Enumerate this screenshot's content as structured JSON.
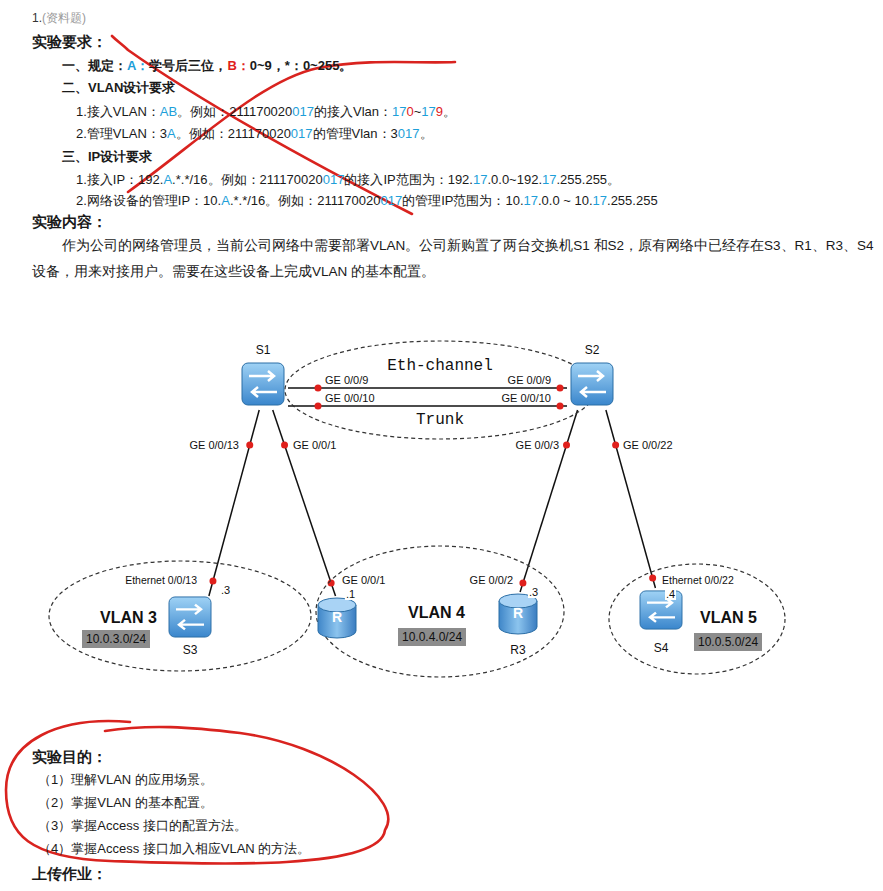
{
  "diagram": {
    "nodes": [
      {
        "text": [
          "S1"
        ]
      },
      {
        "text": [
          "Eth-channel",
          "Trunk"
        ]
      },
      {
        "text": [
          "S2"
        ]
      },
      {
        "text": [
          "VLAN 3"
        ]
      },
      {
        "text": [
          "10.0.3.0/24"
        ],
        "in": 3
      },
      {
        "text": [
          "S3"
        ],
        "in": 3
      },
      {
        "text": [
          "VLAN 4"
        ]
      },
      {
        "text": [
          "R"
        ],
        "in": 6
      },
      {
        "text": [
          "10.0.4.0/24"
        ],
        "in": 6
      },
      {
        "text": [
          "R",
          "R3"
        ],
        "in": 6
      },
      {
        "text": [
          "VLAN 5"
        ]
      },
      {
        "text": [
          "S4"
        ],
        "in": 10
      },
      {
        "text": [
          "10.0.5.0/24"
        ],
        "in": 10
      }
    ],
    "edges": [
      {
        "from": 0,
        "to": 2,
        "arrow": "none"
      },
      {
        "from": 0,
        "to": 2,
        "arrow": "none"
      },
      {
        "from": 0,
        "to": 5,
        "arrow": "none"
      },
      {
        "from": 0,
        "to": 7,
        "arrow": "none"
      },
      {
        "from": 2,
        "to": 9,
        "arrow": "none"
      },
      {
        "from": 2,
        "to": 11,
        "arrow": "none"
      }
    ],
    "labels": [
      "1.",
      "(资料题)",
      "实验要求：",
      "一、规定：",
      "A：",
      "学号后三位，",
      "B：",
      "0~9，*：0~255。",
      "二、VLAN设计要求",
      "1.接入VLAN：",
      "AB",
      "。例如：211170020",
      "017",
      "的接入Vlan：",
      "17",
      "0",
      "~",
      "17",
      "9",
      "。",
      "2.管理VLAN：3",
      "A",
      "。例如：211170020",
      "017",
      "的管理Vlan：3",
      "017",
      "。",
      "三、IP设计要求",
      "1.接入IP：192.",
      "A",
      ".*.*/16。例如：211170020",
      "017",
      "的接入IP范围为：192.",
      "17",
      ".0.0~192.",
      "17",
      ".255.255。",
      "2.网络设备的管理IP：10.",
      "A",
      ".*.*/16。例如：211170020",
      "017",
      "的管理IP范围为：10.",
      "17",
      ".0.0 ~ 10.",
      "17",
      ".255.255",
      "实验内容：",
      "作为公司的网络管理员，当前公司网络中需要部署VLAN。公司新购置了两台交换机S1 和S2，原有网络中已经存在S3、R1、R3、S4 设备，用来对接用户。需要在这些设备上完成VLAN 的基本配置。",
      "GE 0/0/9",
      "GE 0/0/10",
      "GE 0/0/9",
      "GE 0/0/10",
      "GE 0/0/13",
      "GE 0/0/1",
      "GE 0/0/3",
      "GE 0/0/22",
      "Ethernet 0/0/13",
      ".3",
      "GE 0/0/1",
      ".1",
      "GE 0/0/2",
      ".3",
      "Ethernet 0/0/22",
      ".4",
      "实验目的：",
      "（1）理解VLAN 的应用场景。",
      "（2）掌握VLAN 的基本配置。",
      "（3）掌握Access 接口的配置方法。",
      "（4）掌握Access 接口加入相应VLAN 的方法。",
      "上传作业："
    ]
  }
}
